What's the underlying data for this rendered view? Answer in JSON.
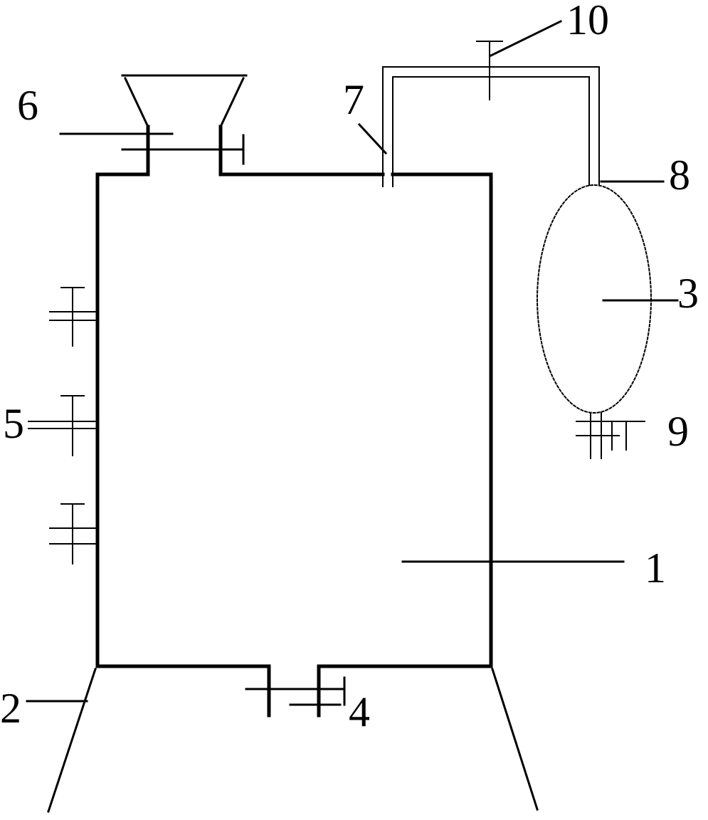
{
  "labels": {
    "vessel": "1",
    "support": "2",
    "gas_bag": "3",
    "bottom_valve": "4",
    "side_valves": "5",
    "feed_hopper": "6",
    "gas_pipe": "7",
    "bag_inlet": "8",
    "bag_outlet_valve": "9",
    "pipe_valve": "10"
  },
  "colors": {
    "line": "#000000",
    "background": "#ffffff"
  }
}
